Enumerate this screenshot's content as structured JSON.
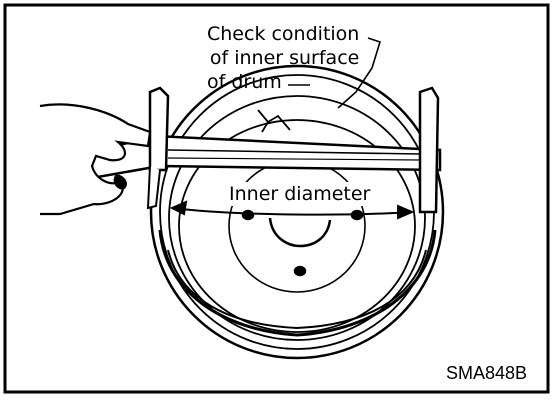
{
  "callout": {
    "line1": "Check condition",
    "line2": "of inner surface",
    "line3": "of drum"
  },
  "dimension_label": "Inner diameter",
  "figure_code": "SMA848B",
  "icons": [
    "brake-drum-icon",
    "vernier-caliper-icon",
    "hand-icon"
  ]
}
